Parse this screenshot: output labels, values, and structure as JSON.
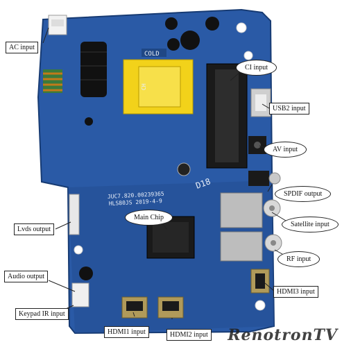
{
  "labels": {
    "ac_input": "AC input",
    "ci_input": "CI input",
    "usb2_input": "USB2 input",
    "av_input": "AV input",
    "spdif_output": "SPDIF output",
    "lvds_output": "Lvds output",
    "main_chip": "Main Chip",
    "satellite_input": "Satellite input",
    "rf_input": "RF input",
    "audio_output": "Audio output",
    "hdmi3_input": "HDMI3 input",
    "keypad_ir_input": "Keypad IR input",
    "hdmi1_input": "HDMI1 input",
    "hdmi2_input": "HDMI2 input"
  },
  "silkscreen": {
    "cold": "COLD",
    "board_id": "JUC7.820.00239365",
    "model_date": "HLS80JS 2019-4-9",
    "marker": "D18",
    "transformer_text": "CH"
  },
  "watermark": "RenotronTV",
  "colors": {
    "pcb": "#2a5aa6",
    "pcb_dark": "#1f4785",
    "transformer": "#f2d21a",
    "connector_black": "#1a1a1a",
    "metal": "#c9c9c9"
  }
}
